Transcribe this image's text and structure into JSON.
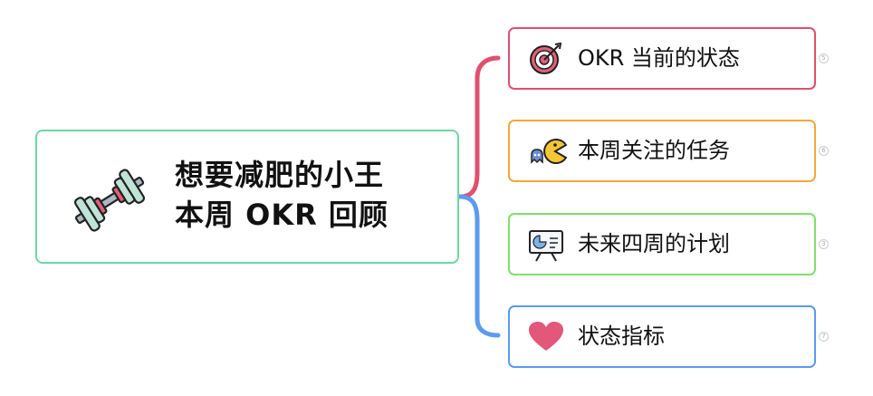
{
  "root": {
    "title_line1": "想要减肥的小王",
    "title_line2": "本周 OKR 回顾",
    "icon": "dumbbell-icon",
    "border_color": "#6fd6a3"
  },
  "branches": [
    {
      "label": "OKR 当前的状态",
      "icon": "target-icon",
      "color": "#e0506e",
      "badge": "5"
    },
    {
      "label": "本周关注的任务",
      "icon": "pacman-icon",
      "color": "#f2a83a",
      "badge": "6"
    },
    {
      "label": "未来四周的计划",
      "icon": "presentation-board-icon",
      "color": "#7fe06a",
      "badge": "3"
    },
    {
      "label": "状态指标",
      "icon": "heart-icon",
      "color": "#5b9bf0",
      "badge": "7"
    }
  ]
}
